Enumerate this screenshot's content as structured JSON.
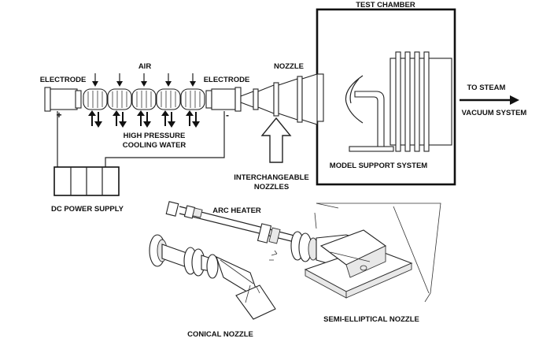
{
  "labels": {
    "test_chamber": "TEST CHAMBER",
    "air": "AIR",
    "electrode_left": "ELECTRODE",
    "electrode_right": "ELECTRODE",
    "nozzle": "NOZZLE",
    "to_steam": "TO STEAM",
    "vacuum_system": "VACUUM SYSTEM",
    "plus": "+",
    "minus": "-",
    "cooling_line1": "HIGH PRESSURE",
    "cooling_line2": "COOLING WATER",
    "interchangeable_line1": "INTERCHANGEABLE",
    "interchangeable_line2": "NOZZLES",
    "model_support": "MODEL SUPPORT SYSTEM",
    "dc_power": "DC POWER SUPPLY",
    "arc_heater": "ARC HEATER",
    "conical_nozzle": "CONICAL NOZZLE",
    "semi_elliptical_nozzle": "SEMI-ELLIPTICAL NOZZLE"
  }
}
